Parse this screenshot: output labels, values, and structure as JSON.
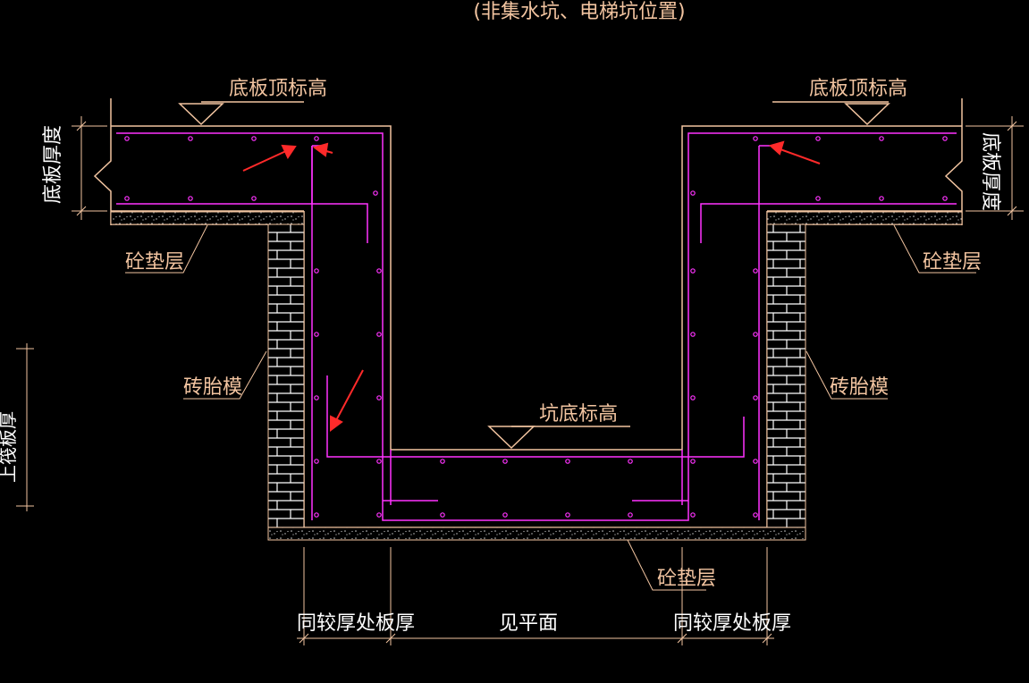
{
  "title": "(非集水坑、电梯坑位置)",
  "labels": {
    "slab_top_elev_left": "底板顶标高",
    "slab_top_elev_right": "底板顶标高",
    "slab_thickness_left": "底板厚度",
    "slab_thickness_right": "底板厚度",
    "cushion_left": "砼垫层",
    "cushion_right": "砼垫层",
    "cushion_bottom": "砼垫层",
    "brick_form_left": "砖胎模",
    "brick_form_right": "砖胎模",
    "pit_bottom_elev": "坑底标高",
    "same_thickness_left": "同较厚处板厚",
    "see_plan": "见平面",
    "same_thickness_right": "同较厚处板厚",
    "left_edge_label": "上筏板厚"
  },
  "colors": {
    "background": "#000000",
    "concrete_outline": "#f2c4a0",
    "rebar": "#ff33ff",
    "arrow": "#ff2a2a",
    "text": "#f2c4a0",
    "brick": "#ffffff"
  }
}
